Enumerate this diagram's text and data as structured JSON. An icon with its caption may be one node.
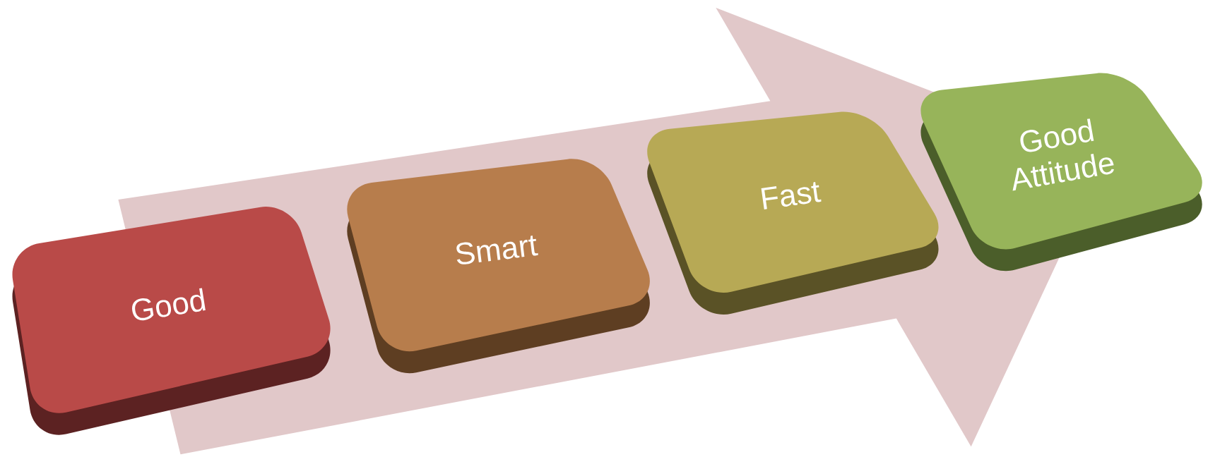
{
  "diagram": {
    "nodes": [
      {
        "text": [
          "Good"
        ]
      },
      {
        "text": [
          "Smart"
        ]
      },
      {
        "text": [
          "Fast"
        ]
      },
      {
        "text": [
          "Good Attitude"
        ]
      }
    ],
    "edges": [
      {
        "from": 0,
        "to": 3,
        "arrow": "to"
      }
    ]
  }
}
